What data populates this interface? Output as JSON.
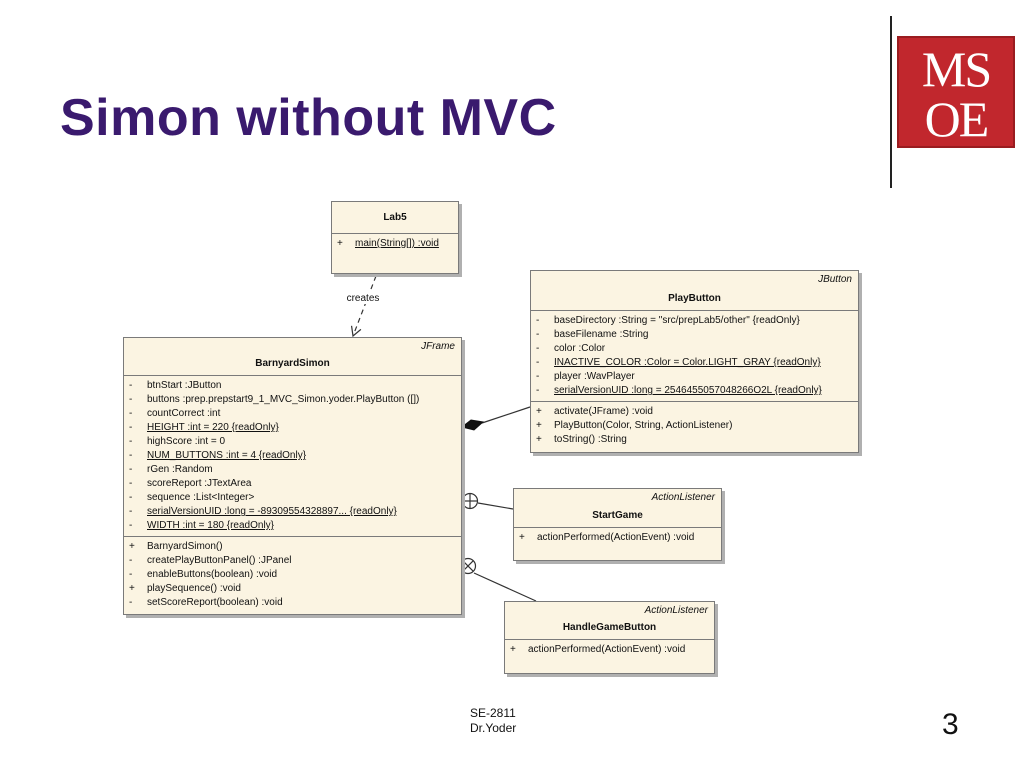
{
  "slide": {
    "title": "Simon without MVC",
    "footer_line1": "SE-2811",
    "footer_line2": "Dr.Yoder",
    "page_number": "3"
  },
  "logo": {
    "line1": "MS",
    "line2": "OE",
    "color": "#c1272d"
  },
  "diagram": {
    "relation_label": "creates",
    "lab5": {
      "name": "Lab5",
      "operations": [
        {
          "vis": "+",
          "text": "main(String[])  :void",
          "underline": true
        }
      ]
    },
    "playbutton": {
      "stereotype": "JButton",
      "name": "PlayButton",
      "attributes": [
        {
          "vis": "-",
          "text": "baseDirectory  :String = \"src/prepLab5/other\" {readOnly}"
        },
        {
          "vis": "-",
          "text": "baseFilename  :String"
        },
        {
          "vis": "-",
          "text": "color  :Color"
        },
        {
          "vis": "-",
          "text": "INACTIVE_COLOR  :Color = Color.LIGHT_GRAY {readOnly}",
          "underline": true
        },
        {
          "vis": "-",
          "text": "player  :WavPlayer"
        },
        {
          "vis": "-",
          "text": "serialVersionUID  :long = 2546455057048266O2L {readOnly}",
          "underline": true
        }
      ],
      "operations": [
        {
          "vis": "+",
          "text": "activate(JFrame)  :void"
        },
        {
          "vis": "+",
          "text": "PlayButton(Color, String, ActionListener)"
        },
        {
          "vis": "+",
          "text": "toString()  :String"
        }
      ]
    },
    "barnyardsimon": {
      "stereotype": "JFrame",
      "name": "BarnyardSimon",
      "attributes": [
        {
          "vis": "-",
          "text": "btnStart  :JButton"
        },
        {
          "vis": "-",
          "text": "buttons  :prep.prepstart9_1_MVC_Simon.yoder.PlayButton ([])"
        },
        {
          "vis": "-",
          "text": "countCorrect  :int"
        },
        {
          "vis": "-",
          "text": "HEIGHT  :int = 220 {readOnly}",
          "underline": true
        },
        {
          "vis": "-",
          "text": "highScore  :int = 0"
        },
        {
          "vis": "-",
          "text": "NUM_BUTTONS  :int = 4 {readOnly}",
          "underline": true
        },
        {
          "vis": "-",
          "text": "rGen  :Random"
        },
        {
          "vis": "-",
          "text": "scoreReport  :JTextArea"
        },
        {
          "vis": "-",
          "text": "sequence  :List<Integer>"
        },
        {
          "vis": "-",
          "text": "serialVersionUID  :long = -89309554328897... {readOnly}",
          "underline": true
        },
        {
          "vis": "-",
          "text": "WIDTH  :int = 180 {readOnly}",
          "underline": true
        }
      ],
      "operations": [
        {
          "vis": "+",
          "text": "BarnyardSimon()"
        },
        {
          "vis": "-",
          "text": "createPlayButtonPanel()  :JPanel"
        },
        {
          "vis": "-",
          "text": "enableButtons(boolean)  :void"
        },
        {
          "vis": "+",
          "text": "playSequence()  :void"
        },
        {
          "vis": "-",
          "text": "setScoreReport(boolean)  :void"
        }
      ]
    },
    "startgame": {
      "stereotype": "ActionListener",
      "name": "StartGame",
      "operations": [
        {
          "vis": "+",
          "text": "actionPerformed(ActionEvent)  :void"
        }
      ]
    },
    "handlegamebutton": {
      "stereotype": "ActionListener",
      "name": "HandleGameButton",
      "operations": [
        {
          "vis": "+",
          "text": "actionPerformed(ActionEvent)  :void"
        }
      ]
    }
  }
}
